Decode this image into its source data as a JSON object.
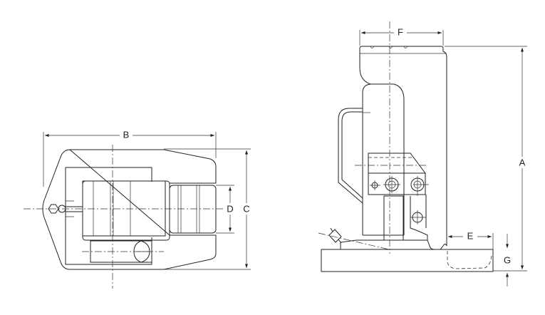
{
  "drawing": {
    "top_view": {
      "dimensions": {
        "B": "B",
        "C": "C",
        "D": "D"
      }
    },
    "side_view": {
      "dimensions": {
        "A": "A",
        "E": "E",
        "F": "F",
        "G": "G"
      }
    }
  }
}
